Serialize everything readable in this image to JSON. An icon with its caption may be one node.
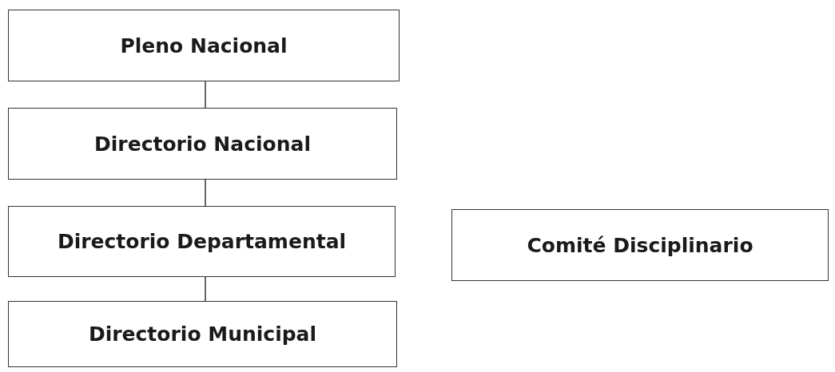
{
  "diagram": {
    "nodes": [
      {
        "text": [
          "Pleno Nacional"
        ]
      },
      {
        "text": [
          "Directorio Nacional"
        ]
      },
      {
        "text": [
          "Directorio Departamental"
        ]
      },
      {
        "text": [
          "Directorio Municipal"
        ]
      },
      {
        "text": [
          "Comité Disciplinario"
        ]
      }
    ],
    "edges": [
      {
        "from": 0,
        "to": 1,
        "arrow": "none"
      },
      {
        "from": 1,
        "to": 2,
        "arrow": "none"
      },
      {
        "from": 2,
        "to": 3,
        "arrow": "none"
      }
    ]
  }
}
